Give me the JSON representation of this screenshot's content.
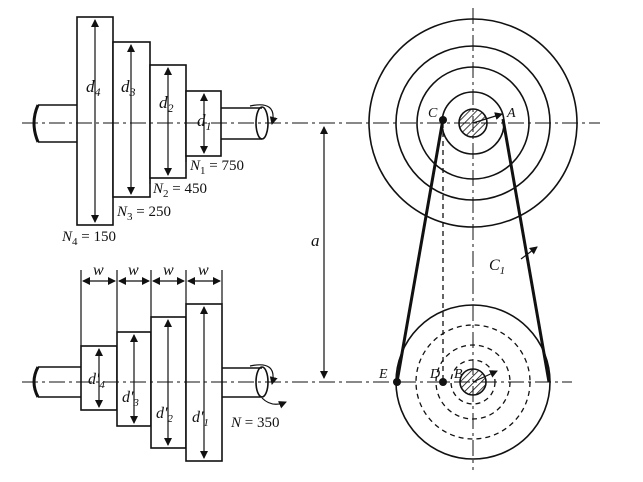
{
  "labels": {
    "d4": "d",
    "d4_sub": "4",
    "d3": "d",
    "d3_sub": "3",
    "d2": "d",
    "d2_sub": "2",
    "d1": "d",
    "d1_sub": "1",
    "N1": "N",
    "N1_sub": "1",
    "N1_val": " = 750",
    "N2": "N",
    "N2_sub": "2",
    "N2_val": " = 450",
    "N3": "N",
    "N3_sub": "3",
    "N3_val": " = 250",
    "N4": "N",
    "N4_sub": "4",
    "N4_val": " = 150",
    "w": "w",
    "dp4": "d'",
    "dp4_sub": "4",
    "dp3": "d'",
    "dp3_sub": "3",
    "dp2": "d'",
    "dp2_sub": "2",
    "dp1": "d'",
    "dp1_sub": "1",
    "N_lower": "N",
    "N_lower_val": " = 350",
    "a": "a",
    "A": "A",
    "B": "B",
    "C": "C",
    "D": "D",
    "E": "E",
    "C1": "C",
    "C1_sub": "1"
  }
}
